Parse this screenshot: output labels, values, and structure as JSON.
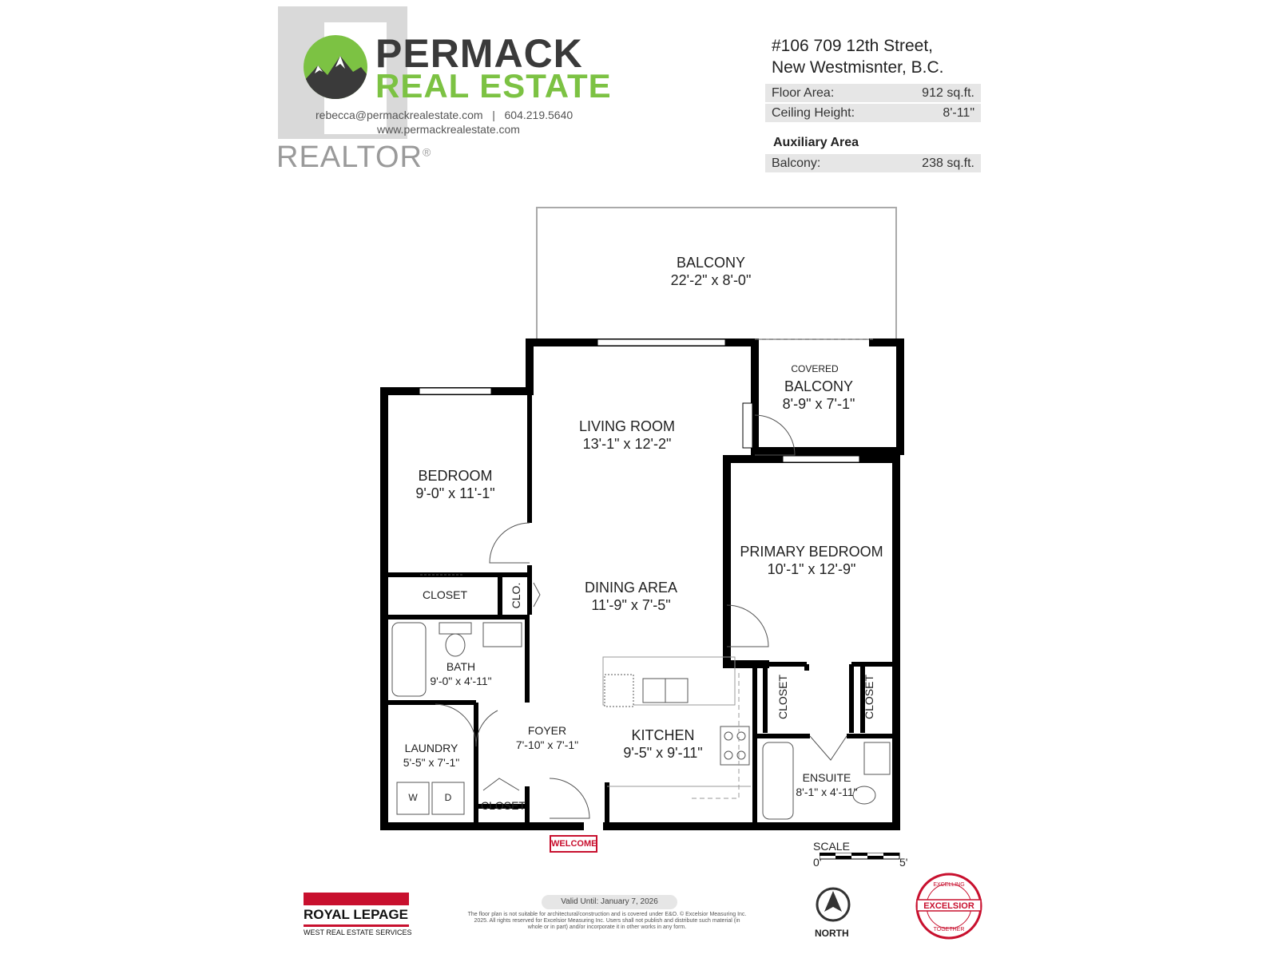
{
  "header": {
    "realtor_mark": "REALTOR",
    "registered": "®",
    "brand_line1": "PERMACK",
    "brand_line2": "REAL ESTATE",
    "contact": "rebecca@permackrealestate.com   |   604.219.5640",
    "website": "www.permackrealestate.com"
  },
  "property": {
    "address_line1": "#106 709 12th Street,",
    "address_line2": "New Westmisnter, B.C.",
    "floor_area_label": "Floor Area:",
    "floor_area_value": "912 sq.ft.",
    "ceiling_label": "Ceiling Height:",
    "ceiling_value": "8'-11\"",
    "aux_title": "Auxiliary Area",
    "balcony_label": "Balcony:",
    "balcony_value": "238 sq.ft."
  },
  "rooms": {
    "balcony": {
      "name": "BALCONY",
      "dims": "22'-2\" x  8'-0\""
    },
    "covered": "COVERED",
    "covered_balcony": {
      "name": "BALCONY",
      "dims": "8'-9\"  x   7'-1\""
    },
    "living": {
      "name": "LIVING ROOM",
      "dims": "13'-1\"  x  12'-2\""
    },
    "bedroom": {
      "name": "BEDROOM",
      "dims": "9'-0\"  x  11'-1\""
    },
    "primary": {
      "name": "PRIMARY BEDROOM",
      "dims": "10'-1\"  x  12'-9\""
    },
    "closet_bed": "CLOSET",
    "clo": "CLO.",
    "dining": {
      "name": "DINING AREA",
      "dims": "11'-9\"  x  7'-5\""
    },
    "bath": {
      "name": "BATH",
      "dims": "9'-0\" x 4'-11\""
    },
    "closet_p1": "CLOSET",
    "closet_p2": "CLOSET",
    "foyer": {
      "name": "FOYER",
      "dims": "7'-10\" x   7'-1\""
    },
    "kitchen": {
      "name": "KITCHEN",
      "dims": "9'-5\"  x  9'-11\""
    },
    "laundry": {
      "name": "LAUNDRY",
      "dims": "5'-5\"  x  7'-1\""
    },
    "closet_foyer": "CLOSET",
    "ensuite": {
      "name": "ENSUITE",
      "dims": "8'-1\"  x  4'-11\""
    },
    "washer": "W",
    "dryer": "D"
  },
  "footer": {
    "welcome": "WELCOME",
    "scale": "SCALE",
    "scale_zero": "0'",
    "scale_five": "5'",
    "valid_until": "Valid Until: January 7, 2026",
    "disclaimer": "The floor plan is not suitable for architectural/construction and is covered under E&O. © Excelsior Measuring Inc. 2025. All rights reserved for Excelsior Measuring Inc. Users shall not publish and distribute such material (in whole or in part) and/or incorporate it in other works in any form.",
    "brokerage_name": "ROYAL LEPAGE",
    "brokerage_sub": "WEST REAL ESTATE SERVICES",
    "north": "NORTH",
    "excelsior": "EXCELSIOR",
    "excelling": "EXCELLING",
    "together": "TOGETHER"
  },
  "colors": {
    "brand_green": "#7cc243",
    "brand_dark": "#3a3a3a",
    "wall": "#000000",
    "brokerage_red": "#c8102e",
    "panel_grey": "#e6e6e6"
  }
}
